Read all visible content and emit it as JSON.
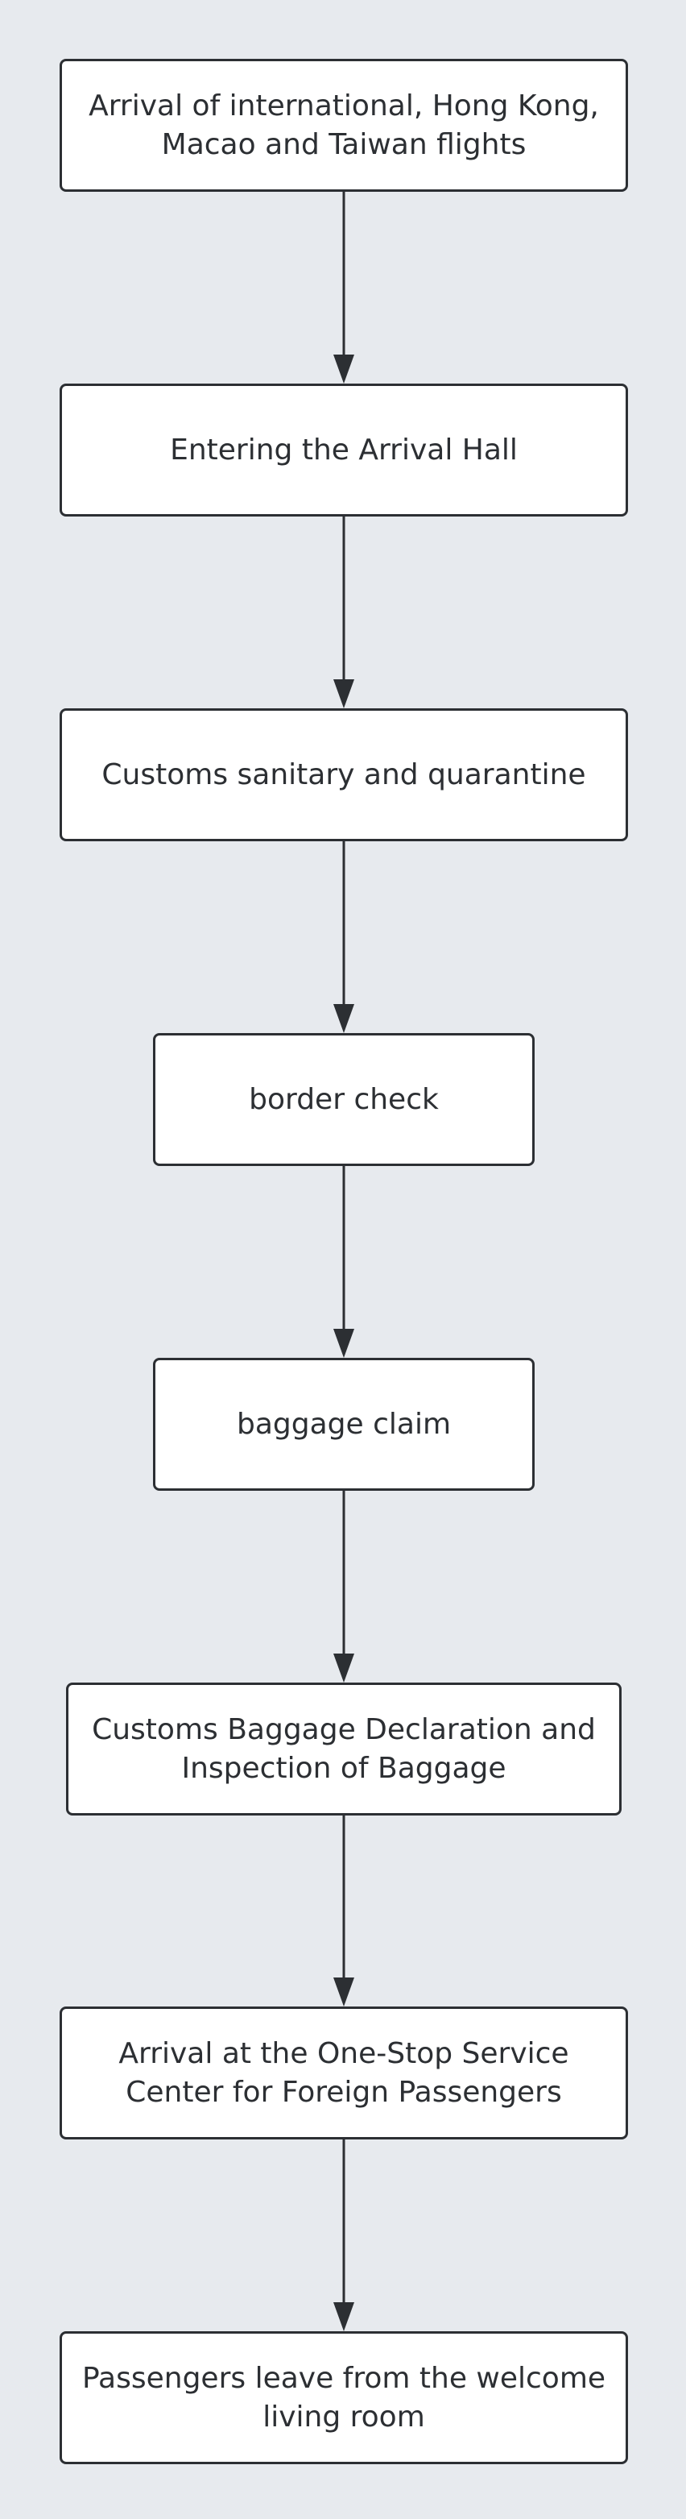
{
  "nodes": [
    {
      "id": "n0",
      "label": "Arrival of international, Hong Kong, Macao and Taiwan flights"
    },
    {
      "id": "n1",
      "label": "Entering the Arrival Hall"
    },
    {
      "id": "n2",
      "label": "Customs sanitary and quarantine"
    },
    {
      "id": "n3",
      "label": "border check"
    },
    {
      "id": "n4",
      "label": "baggage claim"
    },
    {
      "id": "n5",
      "label": "Customs Baggage Declaration and Inspection of Baggage"
    },
    {
      "id": "n6",
      "label": "Arrival at the One-Stop Service Center for Foreign Passengers"
    },
    {
      "id": "n7",
      "label": "Passengers leave from the welcome living room"
    }
  ],
  "edges": [
    {
      "from": "n0",
      "to": "n1"
    },
    {
      "from": "n1",
      "to": "n2"
    },
    {
      "from": "n2",
      "to": "n3"
    },
    {
      "from": "n3",
      "to": "n4"
    },
    {
      "from": "n4",
      "to": "n5"
    },
    {
      "from": "n5",
      "to": "n6"
    },
    {
      "from": "n6",
      "to": "n7"
    }
  ],
  "colors": {
    "background": "#e7eaee",
    "node_fill": "#ffffff",
    "stroke": "#2c2f33",
    "text": "#2c2f33"
  }
}
